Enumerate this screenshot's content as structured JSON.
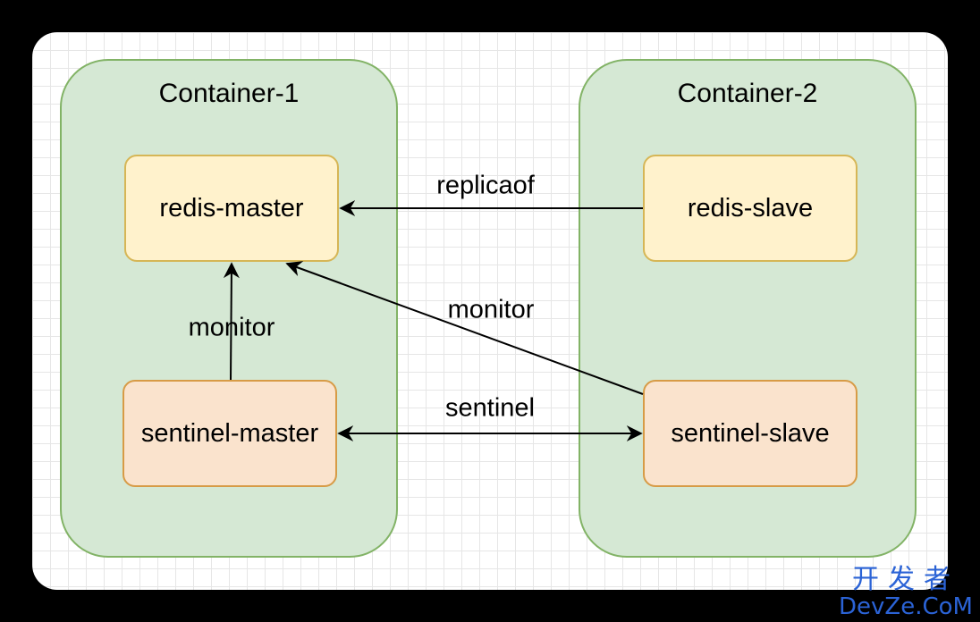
{
  "diagram": {
    "containers": [
      {
        "id": "container-1",
        "title": "Container-1"
      },
      {
        "id": "container-2",
        "title": "Container-2"
      }
    ],
    "nodes": {
      "redis_master": "redis-master",
      "redis_slave": "redis-slave",
      "sentinel_master": "sentinel-master",
      "sentinel_slave": "sentinel-slave"
    },
    "edges": {
      "replicaof": "replicaof",
      "monitor_local": "monitor",
      "monitor_remote": "monitor",
      "sentinel": "sentinel"
    },
    "colors": {
      "container_fill": "#d5e8d4",
      "container_border": "#82b366",
      "redis_fill": "#fff2cc",
      "redis_border": "#d6b656",
      "sentinel_fill": "#fae3cd",
      "sentinel_border": "#d79b46"
    }
  },
  "watermark": {
    "line1": "开发者",
    "line2": "DevZe.CoM"
  }
}
